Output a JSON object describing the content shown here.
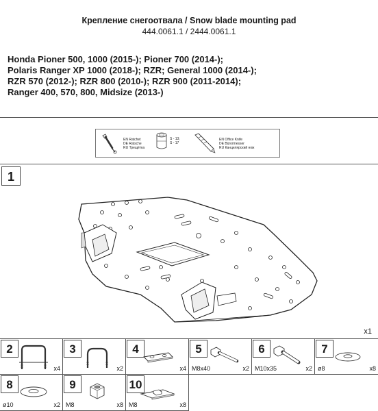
{
  "header": {
    "title": "Крепление снегоотвала / Snow blade mounting pad",
    "part_numbers": "444.0061.1 / 2444.0061.1",
    "models": [
      "Honda Pioner 500, 1000 (2015-); Pioner 700 (2014-);",
      "Polaris Ranger XP 1000 (2018-); RZR; General 1000 (2014-);",
      "RZR 570 (2012-); RZR 800 (2010-); RZR 900 (2011-2014);",
      "Ranger 400, 570, 800, Midsize (2013-)"
    ]
  },
  "tools": {
    "ratchet": [
      "EN Ratchet",
      "DE Ratsche",
      "RU Трещётка"
    ],
    "socket": [
      "S - 13;",
      "S - 17"
    ],
    "knife": [
      "EN Office Knife",
      "DE Bürormesser",
      "RU Канцелярский нож"
    ]
  },
  "step1": {
    "number": "1",
    "quantity": "x1"
  },
  "parts": [
    {
      "number": "2",
      "size": "",
      "quantity": "x4",
      "icon": "long-u-bolt-icon"
    },
    {
      "number": "3",
      "size": "",
      "quantity": "x2",
      "icon": "short-u-bolt-icon"
    },
    {
      "number": "4",
      "size": "",
      "quantity": "x4",
      "icon": "clamp-plate-icon"
    },
    {
      "number": "5",
      "size": "M8x40",
      "quantity": "x2",
      "icon": "bolt-icon"
    },
    {
      "number": "6",
      "size": "M10x35",
      "quantity": "x2",
      "icon": "bolt-icon"
    },
    {
      "number": "7",
      "size": "ø8",
      "quantity": "x8",
      "icon": "washer-icon"
    },
    {
      "number": "8",
      "size": "ø10",
      "quantity": "x2",
      "icon": "washer-icon"
    },
    {
      "number": "9",
      "size": "M8",
      "quantity": "x8",
      "icon": "nut-icon"
    },
    {
      "number": "10",
      "size": "M8",
      "quantity": "x8",
      "icon": "cage-nut-plate-icon"
    }
  ]
}
